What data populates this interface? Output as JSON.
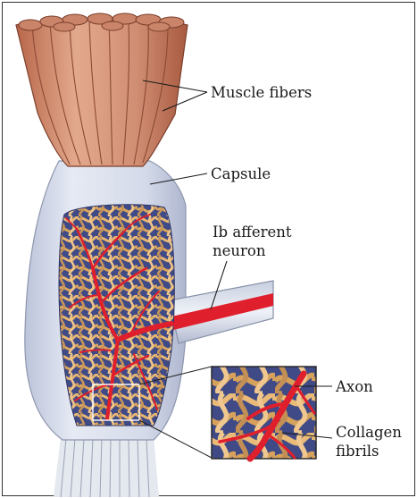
{
  "diagram": {
    "labels": {
      "muscle_fibers": "Muscle fibers",
      "capsule": "Capsule",
      "afferent_line1": "Ib afferent",
      "afferent_line2": "neuron",
      "axon": "Axon",
      "collagen_line1": "Collagen",
      "collagen_line2": "fibrils"
    }
  },
  "colors": {
    "muscle": "#d99a7f",
    "muscle_dark": "#8c4a34",
    "capsule": "#d6dcec",
    "interior": "#3f4a86",
    "collagen": "#e7b673",
    "axon_red": "#e01f2d",
    "tendon": "#dfe3ea"
  }
}
